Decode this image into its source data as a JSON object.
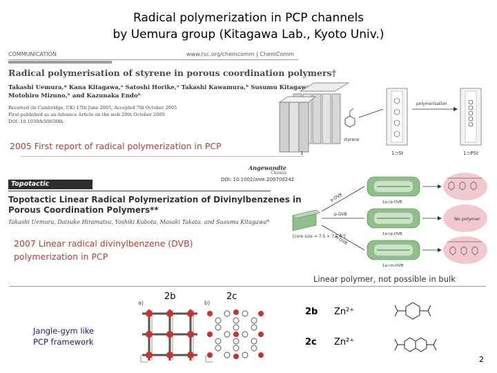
{
  "slide": {
    "title_line1": "Radical polymerization in PCP channels",
    "title_line2": "by Uemura group (Kitagawa Lab., Kyoto Univ.)",
    "page_number": "2"
  },
  "paper1": {
    "header_left": "COMMUNICATION",
    "header_right": "www.rsc.org/chemcomm | ChemComm",
    "title": "Radical polymerisation of styrene in porous coordination polymers†",
    "authors_line1": "Takashi Uemura,* Kana Kitagawa,ᵃ Satoshi Horike,ᵃ Takashi Kawamura,ᵇ Susumu Kitagawa,*ᵃ",
    "authors_line2": "Motohiro Mizuno,ᵇ and Kazunaka Endoᵇ",
    "received_line1": "Received (in Cambridge, UK) 17th June 2005, Accepted 7th October 2005",
    "received_line2": "First published as an Advance Article on the web 20th October 2005",
    "doi": "DOI: 10.1039/b508588h",
    "caption": "2005  First report of radical polymerization in PCP",
    "scheme_arrow": "polymerisation",
    "scheme_label_1": "1",
    "scheme_label_styrene": "styrene",
    "scheme_label_1st": "1⊃St",
    "scheme_label_1pst": "1⊃PSt"
  },
  "paper2": {
    "journal": "Angewandte",
    "journal_sub": "Chemie",
    "doi": "DOI: 10.1002/anie.200700242",
    "banner": "Topotactic Polymerization",
    "title_line1": "Topotactic Linear Radical Polymerization of Divinylbenzenes in",
    "title_line2": "Porous Coordination Polymers**",
    "authors": "Takashi Uemura, Daisuke Hiramatsu, Yoshiki Kubota, Masaki Takata, and Susumu Kitagawa*",
    "caption_line1": "2007  Linear radical divinylbenzene (DVB)",
    "caption_line2": "polymerization in PCP",
    "scheme_row1": "1a⊃p-DVB",
    "scheme_row2": "1a⊃p-DVB",
    "scheme_row3": "1a⊃m-DVB",
    "scheme_pdvb": "p-DVB",
    "scheme_mdvb": "m-DVB",
    "scheme_core": "[core size = 7.5 × 7.5 Å²]",
    "no_polymer": "No polymer",
    "linear_note": "Linear polymer, not possible in bulk"
  },
  "framework": {
    "label_2b": "2b",
    "label_2c": "2c",
    "panel_a": "a)",
    "panel_b": "b)",
    "jungle_line1": "Jangle-gym like",
    "jungle_line2": "PCP framework",
    "row1_compound": "2b",
    "row1_metal": "Zn²⁺",
    "row2_compound": "2c",
    "row2_metal": "Zn²⁺"
  },
  "colors": {
    "red_caption": "#c8382d",
    "green_channel": "#8fc08a",
    "pink_circle": "#f3c9d1",
    "node_red": "#d0302a"
  }
}
